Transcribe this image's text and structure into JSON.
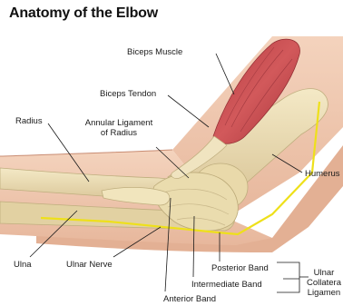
{
  "title": "Anatomy of the Elbow",
  "labels": {
    "biceps_muscle": "Biceps Muscle",
    "biceps_tendon": "Biceps Tendon",
    "radius": "Radius",
    "annular_ligament_line1": "Annular Ligament",
    "annular_ligament_line2": "of Radius",
    "humerus": "Humerus",
    "ulna": "Ulna",
    "ulnar_nerve": "Ulnar Nerve",
    "posterior_band": "Posterior Band",
    "intermediate_band": "Intermediate Band",
    "anterior_band": "Anterior Band",
    "ulnar_collateral_line1": "Ulnar",
    "ulnar_collateral_line2": "Collatera",
    "ulnar_collateral_line3": "Ligamen"
  },
  "colors": {
    "skin": "#efc7ad",
    "skin_shadow": "#d9a48c",
    "bone": "#eee0b4",
    "bone_shadow": "#c9b88b",
    "muscle": "#c94a4e",
    "nerve": "#f2e61e"
  }
}
